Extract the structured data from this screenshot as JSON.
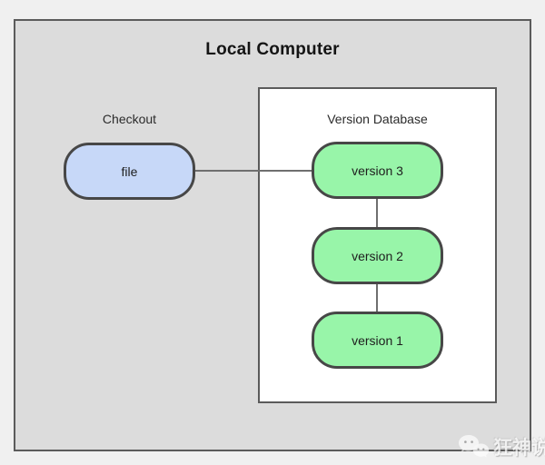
{
  "colors": {
    "page_bg": "#f0f0f0",
    "outer_fill": "#dcdcdc",
    "box_border": "#5b5b5b",
    "node_border": "#474747",
    "file_fill": "#c7d8f8",
    "version_fill": "#98f5a9",
    "line_color": "#6f6f6f"
  },
  "diagram": {
    "title": "Local Computer",
    "checkout": {
      "label": "Checkout",
      "file_node": {
        "label": "file"
      }
    },
    "version_database": {
      "title": "Version Database",
      "nodes": [
        {
          "label": "version 3"
        },
        {
          "label": "version 2"
        },
        {
          "label": "version 1"
        }
      ]
    }
  },
  "watermark": {
    "text": "狂神说",
    "icon": "wechat-chat-bubbles-icon"
  }
}
